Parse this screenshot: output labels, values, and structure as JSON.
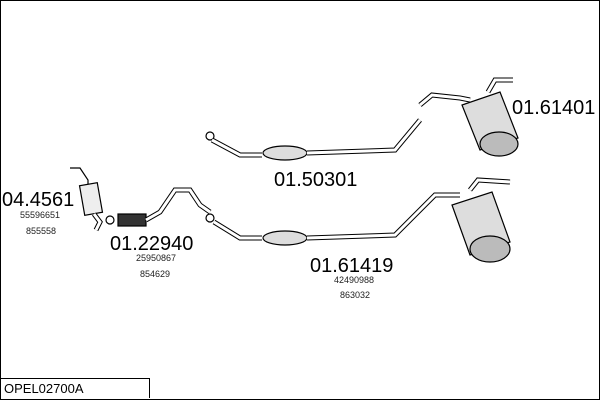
{
  "diagram_code": "OPEL02700A",
  "parts": [
    {
      "number": "04.4561",
      "refs": [
        "55596651",
        "855558"
      ]
    },
    {
      "number": "01.22940",
      "refs": [
        "25950867",
        "854629"
      ]
    },
    {
      "number": "01.50301",
      "refs": []
    },
    {
      "number": "01.61419",
      "refs": [
        "42490988",
        "863032"
      ]
    },
    {
      "number": "01.61401",
      "refs": []
    }
  ]
}
